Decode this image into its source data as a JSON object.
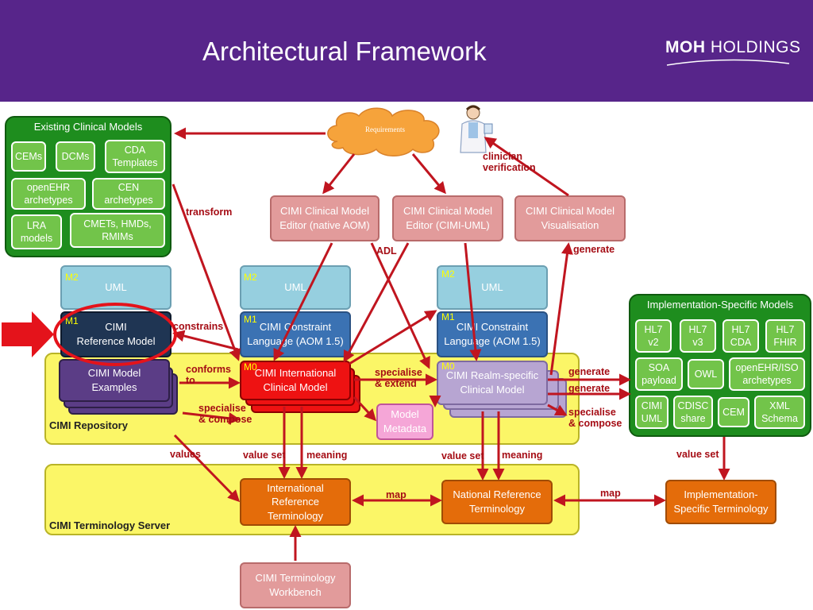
{
  "slide": {
    "title": "Architectural Framework"
  },
  "logo": {
    "bold": "MOH",
    "rest": " HOLDINGS"
  },
  "requirements": {
    "label": "Requirements"
  },
  "clinician": {
    "label": "clinician\nverification"
  },
  "existing_panel": {
    "title": "Existing Clinical Models",
    "items": [
      "CEMs",
      "DCMs",
      "CDA\nTemplates",
      "openEHR\narchetypes",
      "CEN\narchetypes",
      "LRA\nmodels",
      "CMETs, HMDs,\nRMIMs"
    ]
  },
  "impl_panel": {
    "title": "Implementation-Specific Models",
    "items": [
      "HL7\nv2",
      "HL7\nv3",
      "HL7\nCDA",
      "HL7\nFHIR",
      "SOA\npayload",
      "OWL",
      "openEHR/ISO\narchetypes",
      "CIMI\nUML",
      "CDISC\nshare",
      "CEM",
      "XML\nSchema"
    ]
  },
  "editors": {
    "native": "CIMI Clinical Model\nEditor (native AOM)",
    "uml": "CIMI Clinical Model\nEditor (CIMI-UML)",
    "vis": "CIMI Clinical Model\nVisualisation"
  },
  "levels": {
    "m2": "M2",
    "m1": "M1",
    "m0": "M0"
  },
  "col1": {
    "uml": "UML",
    "ref_model": "CIMI\nReference Model",
    "examples": "CIMI Model\nExamples"
  },
  "col2": {
    "uml": "UML",
    "constraint": "CIMI Constraint\nLanguage (AOM 1.5)",
    "intl": "CIMI International\nClinical Model"
  },
  "col3": {
    "uml": "UML",
    "constraint": "CIMI Constraint\nLanguage (AOM 1.5)",
    "realm": "CIMI Realm-specific\nClinical Model"
  },
  "model_metadata": "Model\nMetadata",
  "repository": {
    "label": "CIMI Repository"
  },
  "terminology_server": {
    "label": "CIMI Terminology Server"
  },
  "terminologies": {
    "intl": "International\nReference\nTerminology",
    "national": "National Reference\nTerminology",
    "impl": "Implementation-\nSpecific Terminology",
    "workbench": "CIMI Terminology\nWorkbench"
  },
  "edge_labels": {
    "transform": "transform",
    "constrains": "constrains",
    "conforms_to": "conforms\nto",
    "specialise_compose_1": "specialise\n& compose",
    "specialise_extend": "specialise\n& extend",
    "adl": "ADL",
    "generate_top": "generate",
    "generate_1": "generate",
    "generate_2": "generate",
    "specialise_compose_2": "specialise\n& compose",
    "values": "values",
    "value_set_1": "value set",
    "meaning_1": "meaning",
    "value_set_2": "value set",
    "meaning_2": "meaning",
    "value_set_3": "value set",
    "map_1": "map",
    "map_2": "map"
  },
  "colors": {
    "header": "#57258a",
    "arrow": "#c0151f",
    "edge_label": "#a50d15",
    "yellow": "#fbf667",
    "green_panel": "#1e8d1e",
    "green_item": "#72c44a",
    "editor_pink": "#e29b9b",
    "terminology_orange": "#e46c0a"
  },
  "annotation_marker": "red-arrow-and-ellipse-on-reference-model"
}
